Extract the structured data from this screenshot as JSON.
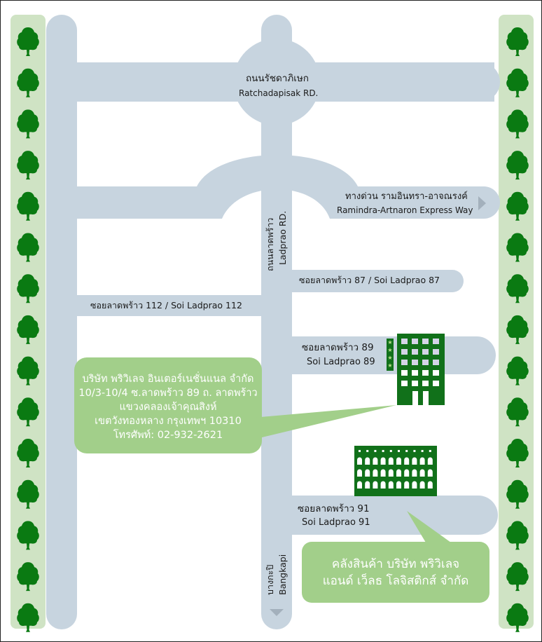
{
  "colors": {
    "road": "#c7d4df",
    "park": "#cfe3c4",
    "tree": "#0a7a12",
    "building": "#11711a",
    "callout": "#a2cf8a",
    "callout_text": "#ffffff",
    "label_text": "#1a1a1a",
    "arrow": "#a3b0bc"
  },
  "roads": {
    "ratchadapisak": {
      "thai": "ถนนรัชดาภิเษก",
      "en": "Ratchadapisak RD."
    },
    "expressway": {
      "thai": "ทางด่วน รามอินทรา-อาจณรงค์",
      "en": "Ramindra-Artnaron Express Way",
      "direction_icon": "triangle-right"
    },
    "ladprao": {
      "thai": "ถนนลาดพร้าว",
      "en": "Ladprao RD."
    },
    "soi87": {
      "label": "ซอยลาดพร้าว 87 /  Soi Ladprao 87"
    },
    "soi112": {
      "label": "ซอยลาดพร้าว 112 / Soi Ladprao 112"
    },
    "soi89": {
      "thai": "ซอยลาดพร้าว 89",
      "en": "Soi Ladprao 89"
    },
    "soi91": {
      "thai": "ซอยลาดพร้าว 91",
      "en": "Soi Ladprao 91"
    },
    "bangkapi": {
      "thai": "บางกะปิ",
      "en": "Bangkapi",
      "direction_icon": "triangle-down"
    }
  },
  "office_callout": {
    "lines": [
      "บริษัท พริวิเลจ อินเตอร์เนชั่นแนล จำกัด",
      "10/3-10/4 ซ.ลาดพร้าว 89 ถ. ลาดพร้าว",
      "แขวงคลองเจ้าคุณสิงห์",
      "เขตวังทองหลาง กรุงเทพฯ 10310",
      "โทรศัพท์: 02-932-2621"
    ]
  },
  "warehouse_callout": {
    "lines": [
      "คลังสินค้า บริษัท พริวิเลจ",
      "แอนด์ เว็ลธ โลจิสติกส์ จำกัด"
    ]
  },
  "icons": {
    "office": "office-building-icon",
    "warehouse": "warehouse-building-icon",
    "tree": "tree-icon"
  }
}
